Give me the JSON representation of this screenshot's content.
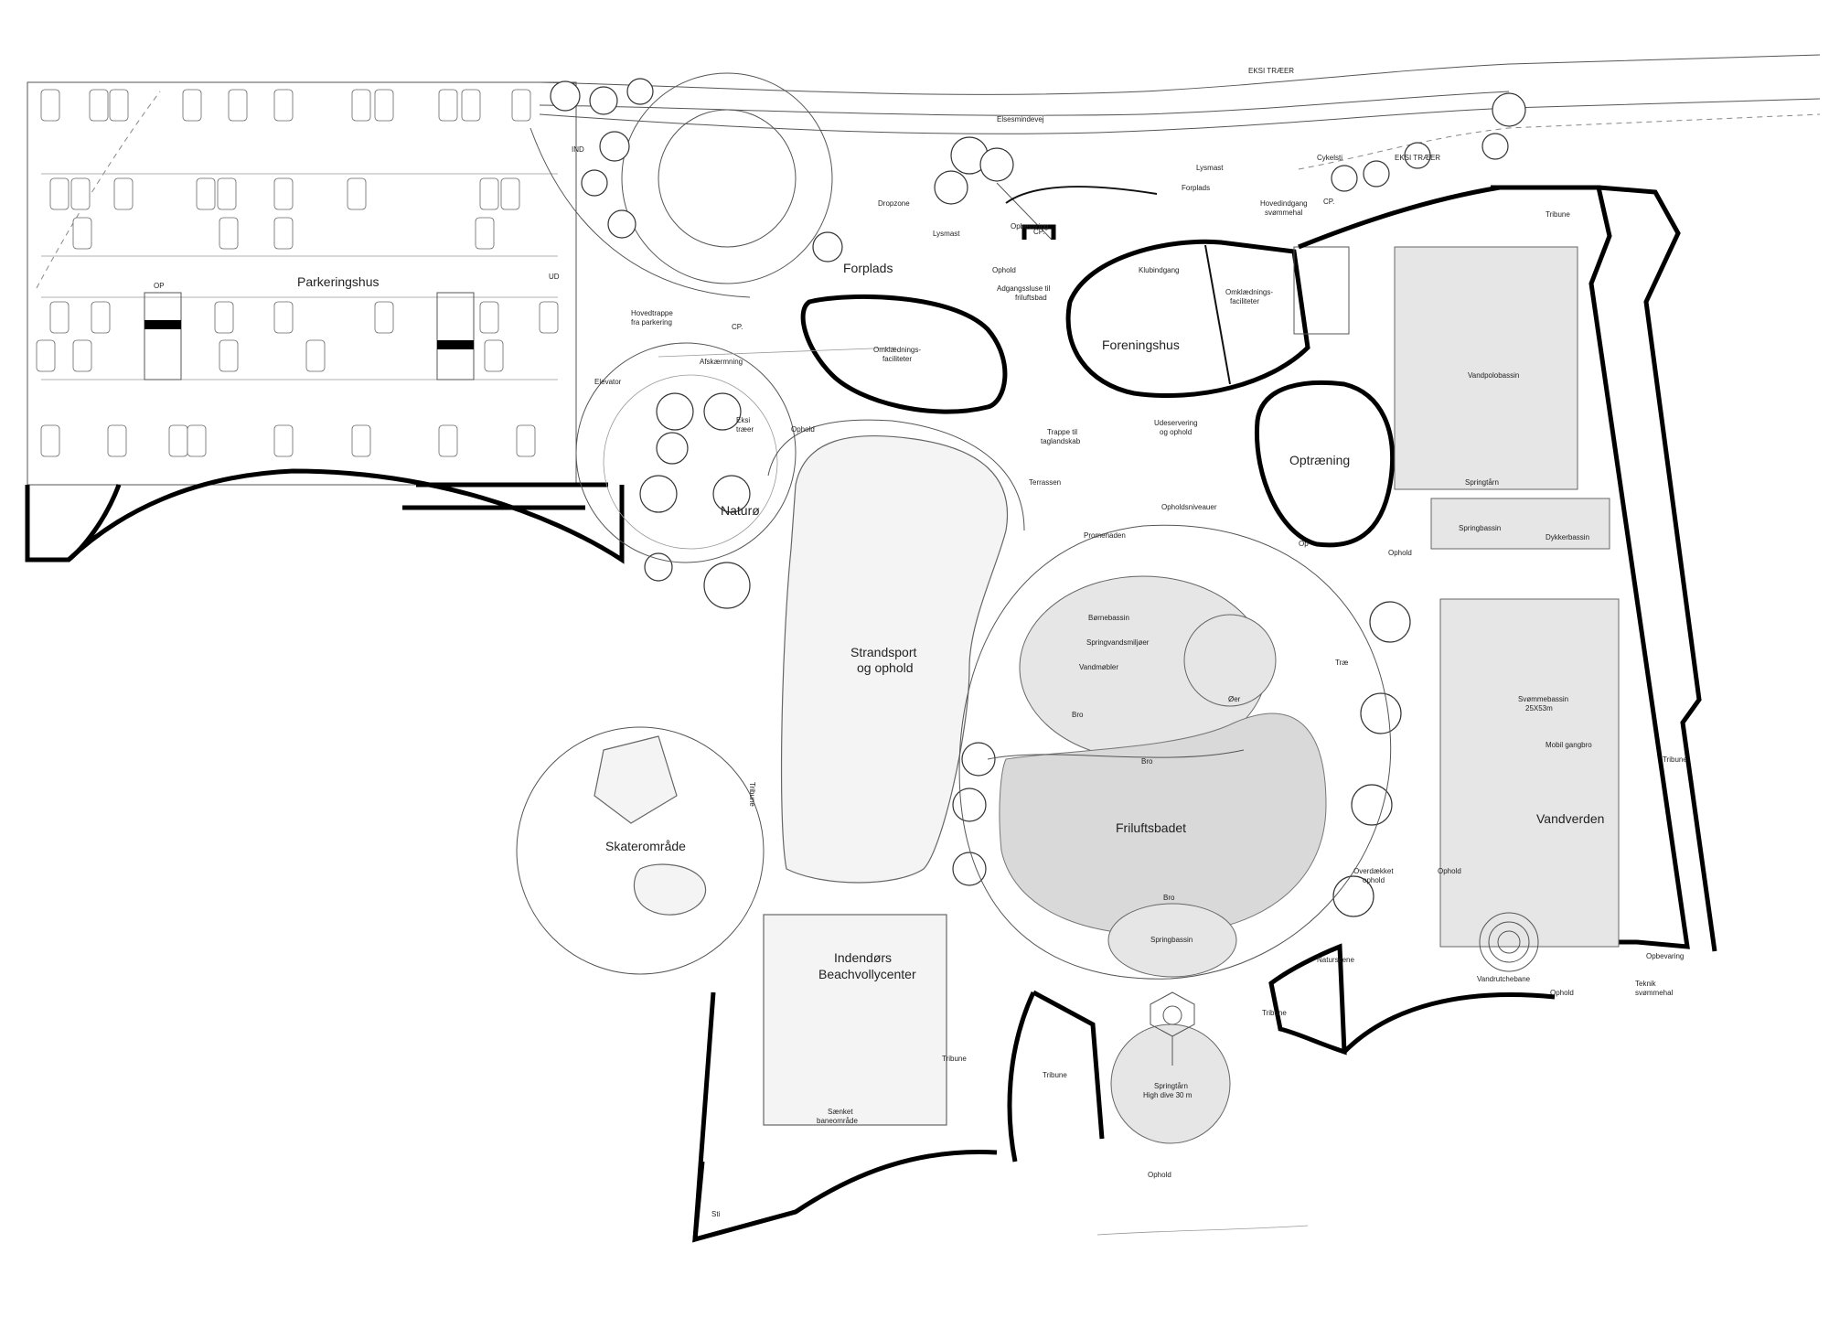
{
  "labels": {
    "eksi_traeer_top": "EKSI TRÆER",
    "elsesmindevej": "Elsesmindevej",
    "cykelsti": "Cykelsti",
    "eksi_traeer_right": "EKSI TRÆER",
    "parkeringshus": "Parkeringshus",
    "op": "OP",
    "ind": "IND",
    "ud": "UD",
    "hovedtrappe": "Hovedtrappe",
    "fra_parkering": "fra parkering",
    "elevator": "Elevator",
    "cp1": "CP.",
    "cp2": "CP.",
    "cp3": "CP.",
    "dropzone": "Dropzone",
    "lysmast1": "Lysmast",
    "lysmast2": "Lysmast",
    "forplads_small": "Forplads",
    "hovedindgang": "Hovedindgang",
    "svommehal_entry": "svømmehal",
    "opbevaring_top": "Opbevaring",
    "forplads": "Forplads",
    "ophold_top": "Ophold",
    "adgangssluse": "Adgangssluse til",
    "friluftsbad_entry": "friluftsbad",
    "klubindgang": "Klubindgang",
    "omklaedning1a": "Omklædnings-",
    "omklaedning1b": "faciliteter",
    "omklaedning2a": "Omklædnings-",
    "omklaedning2b": "faciliteter",
    "foreningshus": "Foreningshus",
    "afskaermning": "Afskærmning",
    "eksi_trees_a": "Eksi",
    "eksi_trees_b": "træer",
    "ophold_naturo": "Ophold",
    "naturo": "Naturø",
    "trappe_a": "Trappe til",
    "trappe_b": "taglandskab",
    "udeservering_a": "Udeservering",
    "udeservering_b": "og ophold",
    "terrassen": "Terrassen",
    "optraening": "Optræning",
    "opholdsniveauer": "Opholdsniveauer",
    "promenaden": "Promenaden",
    "op_small": "Op",
    "ophold_mid": "Ophold",
    "vandpolobassin": "Vandpolobassin",
    "springtarn_right": "Springtårn",
    "springbassin_right": "Springbassin",
    "dykkerbassin": "Dykkerbassin",
    "tribune_top": "Tribune",
    "tribune_right1": "Tribune",
    "strandsport_a": "Strandsport",
    "strandsport_b": "og ophold",
    "tribune_left": "Tribune",
    "bornebassin": "Børnebassin",
    "springvandsmiljoer": "Springvandsmiljøer",
    "vandmobler": "Vandmøbler",
    "bro1": "Bro",
    "oer": "Øer",
    "trae": "Træ",
    "bro2": "Bro",
    "friluftsbadet": "Friluftsbadet",
    "overdaekket_a": "Overdækket",
    "overdaekket_b": "ophold",
    "bro3": "Bro",
    "springbassin_center": "Springbassin",
    "svommebassin_a": "Svømmebassin",
    "svommebassin_b": "25X53m",
    "mobil_gangbro": "Mobil gangbro",
    "vandverden": "Vandverden",
    "ophold_right": "Ophold",
    "vandrutchebane": "Vandrutchebane",
    "ophold_right2": "Ophold",
    "opbevaring_right": "Opbevaring",
    "teknik_a": "Teknik",
    "teknik_b": "svømmehal",
    "skateromrade": "Skaterområde",
    "indendors_a": "Indendørs",
    "indendors_b": "Beachvollycenter",
    "tribune_beach": "Tribune",
    "tribune_mid": "Tribune",
    "saenket_a": "Sænket",
    "saenket_b": "baneområde",
    "naturscene": "Naturscene",
    "tribune_low": "Tribune",
    "springtarn_high_a": "Springtårn",
    "springtarn_high_b": "High dive 30 m",
    "ophold_bottom": "Ophold",
    "sti": "Sti"
  }
}
